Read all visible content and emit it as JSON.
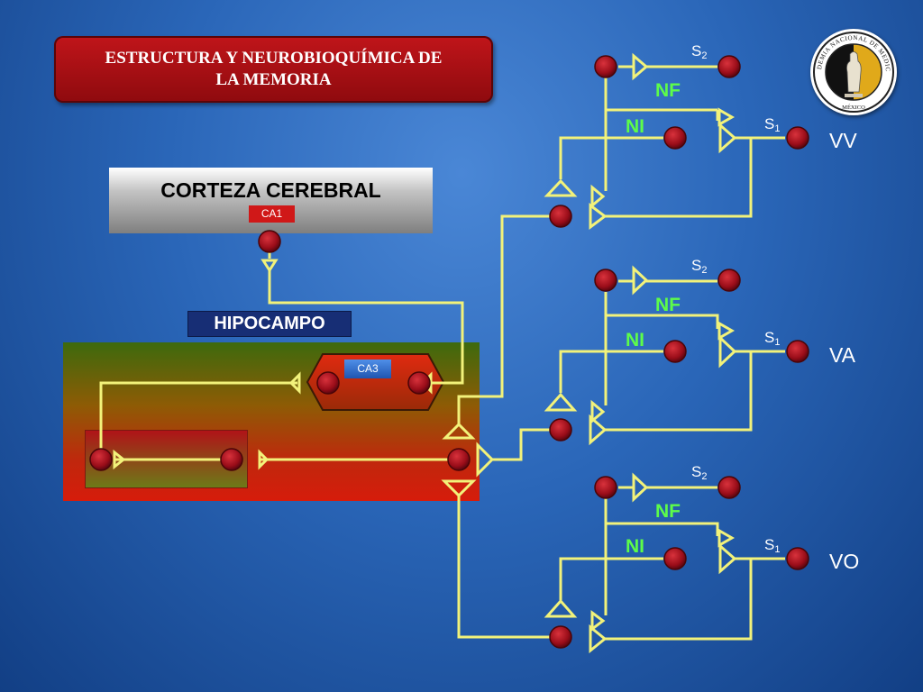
{
  "title": {
    "line1": "ESTRUCTURA Y NEUROBIOQUÍMICA DE",
    "line2": "LA MEMORIA"
  },
  "seal": {
    "text": "ACADEMIA NACIONAL DE MEDICINA",
    "country": "MÉXICO"
  },
  "cortex": {
    "label": "CORTEZA CEREBRAL",
    "tag": "CA1"
  },
  "hippocampus": {
    "label": "HIPOCAMPO",
    "tag": "CA3"
  },
  "circuits": [
    {
      "region": "VV",
      "nf": "NF",
      "ni": "NI",
      "s1": "S",
      "s1_sub": "1",
      "s2": "S",
      "s2_sub": "2"
    },
    {
      "region": "VA",
      "nf": "NF",
      "ni": "NI",
      "s1": "S",
      "s1_sub": "1",
      "s2": "S",
      "s2_sub": "2"
    },
    {
      "region": "VO",
      "nf": "NF",
      "ni": "NI",
      "s1": "S",
      "s1_sub": "1",
      "s2": "S",
      "s2_sub": "2"
    }
  ],
  "colors": {
    "wire": "#f2f27a",
    "neuron": "#a0121e",
    "label_green": "#5dfc4a",
    "tag_red": "#d01818",
    "tag_blue": "#2a6fd6"
  }
}
